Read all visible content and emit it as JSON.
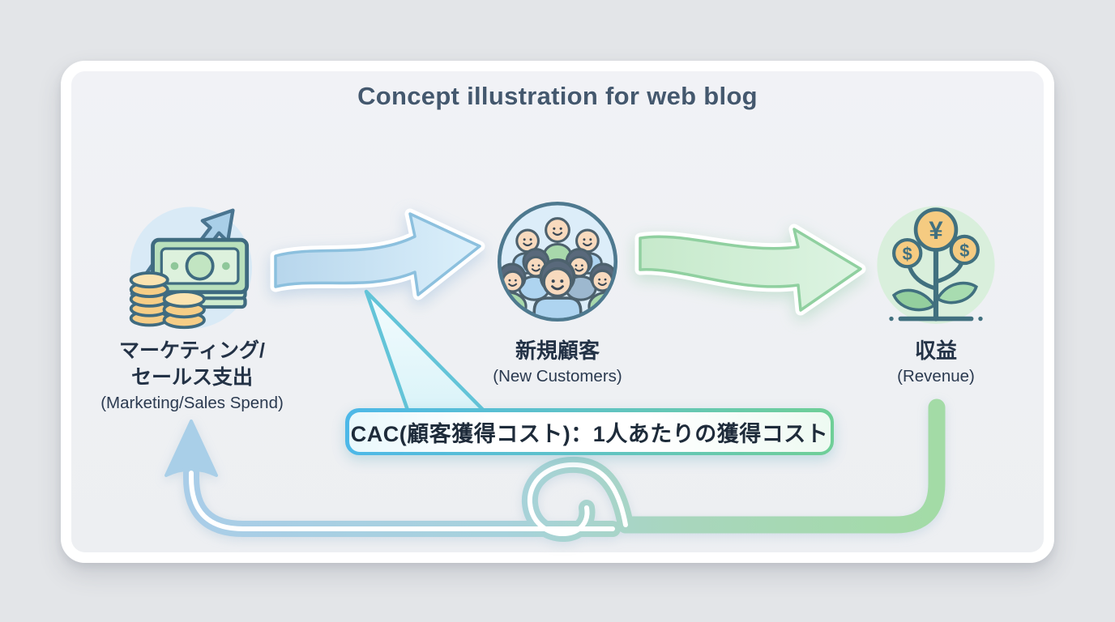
{
  "window": {
    "title": "Concept illustration for web blog"
  },
  "diagram": {
    "nodes": [
      {
        "id": "marketing-sales-spend",
        "title_lines": [
          "マーケティング/",
          "セールス支出"
        ],
        "subtitle": "(Marketing/Sales Spend)",
        "icon": "money-growth-icon"
      },
      {
        "id": "new-customers",
        "title_lines": [
          "新規顧客"
        ],
        "subtitle": "(New Customers)",
        "icon": "customers-group-icon"
      },
      {
        "id": "revenue",
        "title_lines": [
          "収益"
        ],
        "subtitle": "(Revenue)",
        "icon": "money-plant-icon"
      }
    ],
    "flows": [
      {
        "from": "marketing-sales-spend",
        "to": "new-customers",
        "color": "#c9e2f3"
      },
      {
        "from": "new-customers",
        "to": "revenue",
        "color": "#d3efd6"
      },
      {
        "from": "revenue",
        "to": "marketing-sales-spend",
        "style": "loop-back"
      }
    ],
    "callout": {
      "text": "CAC(顧客獲得コスト)：1人あたりの獲得コスト"
    },
    "symbols": {
      "yen": "¥",
      "dollar_left": "$",
      "dollar_right": "$"
    },
    "colors": {
      "title": "#44586e",
      "label": "#233246",
      "arrow_blue_fill": "#c9e2f3",
      "arrow_blue_edge": "#8cc0de",
      "arrow_green_fill": "#d3efd6",
      "arrow_green_edge": "#90d0a0",
      "return_blue": "#a9cde8",
      "return_green": "#a3dba6",
      "callout_border_blue": "#4db8e8",
      "callout_border_green": "#6fcf97",
      "card_background": "#eff1f4",
      "page_background": "#e3e5e8"
    }
  }
}
